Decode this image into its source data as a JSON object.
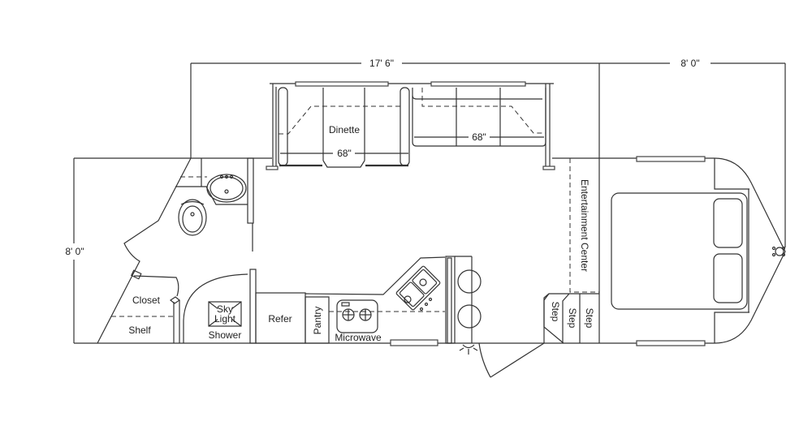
{
  "dimensions": {
    "length": "17' 6\"",
    "nose_length": "8' 0\"",
    "width": "8' 0\"",
    "dinette_width": "68\"",
    "sofa_width": "68\""
  },
  "labels": {
    "dinette": "Dinette",
    "closet": "Closet",
    "shelf": "Shelf",
    "sky": "Sky",
    "light": "Light",
    "shower": "Shower",
    "refer": "Refer",
    "pantry": "Pantry",
    "microwave": "Microwave",
    "entertainment": "Entertainment Center",
    "step1": "Step",
    "step2": "Step",
    "step3": "Step"
  }
}
